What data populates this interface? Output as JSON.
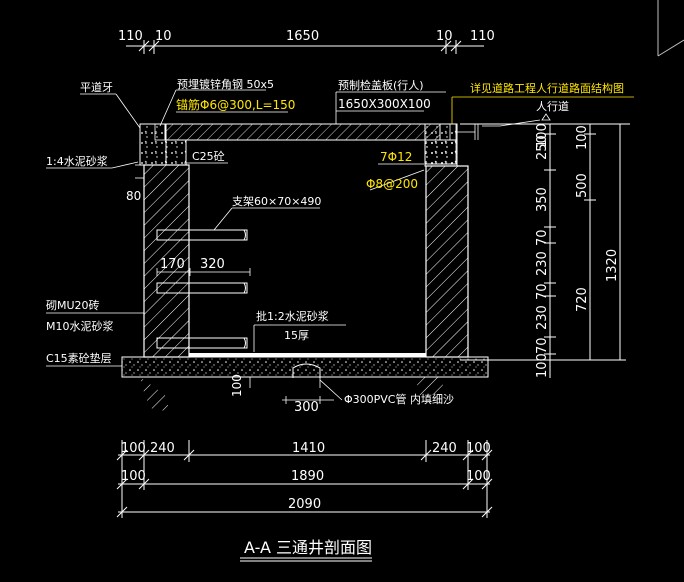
{
  "title": "A-A 三通井剖面图",
  "top_dims": [
    "110",
    "10",
    "1650",
    "10",
    "110"
  ],
  "bottom_dims_row1": [
    "100",
    "240",
    "1410",
    "240",
    "100"
  ],
  "bottom_dims_row2": [
    "100",
    "1890",
    "100"
  ],
  "bottom_dims_row3": [
    "2090"
  ],
  "right_dims_inner": [
    "100",
    "250",
    "350",
    "70",
    "230",
    "70",
    "230",
    "70",
    "100"
  ],
  "right_dims_mid": [
    "100",
    "500",
    "720"
  ],
  "right_dims_outer": [
    "1320"
  ],
  "labels": {
    "curb": "平道牙",
    "embedded_steel": "预埋镀锌角钢 50x5",
    "anchor_bar": "锚筋Φ6@300,L=150",
    "cover_plate": "预制检盖板(行人)",
    "cover_size": "1650X300X100",
    "road_note": "详见道路工程人行道路面结构图",
    "sidewalk": "人行道",
    "mortar_14": "1:4水泥砂浆",
    "c25": "C25砼",
    "rebar_7": "7Φ12",
    "stirrup": "Φ8@200",
    "bracket": "支架60×70×490",
    "brick": "砌MU20砖",
    "mortar_m10": "M10水泥砂浆",
    "plaster": "批1:2水泥砂浆",
    "plaster_thk": "15厚",
    "cushion": "C15素砼垫层",
    "pipe": "Φ300PVC管 内填细沙",
    "dim_80": "80",
    "dim_170": "170",
    "dim_320": "320",
    "dim_100_v": "100",
    "dim_300": "300"
  }
}
